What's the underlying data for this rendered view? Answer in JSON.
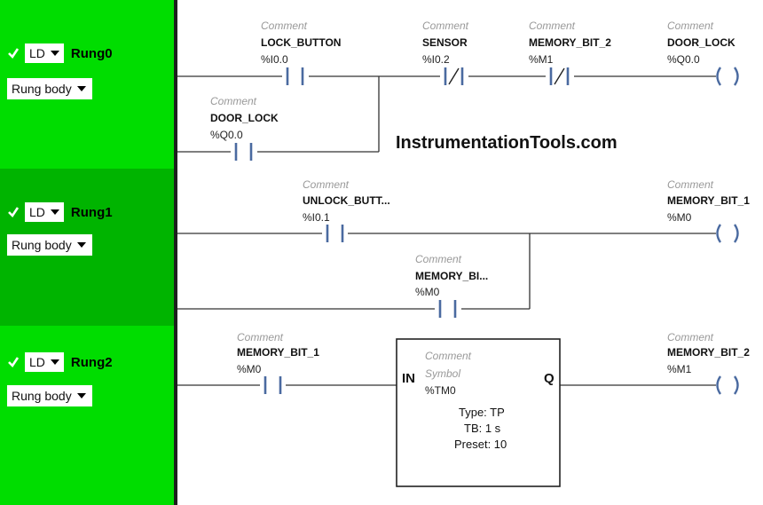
{
  "sidebar": {
    "rungs": [
      {
        "language": "LD",
        "name": "Rung0",
        "body_select": "Rung body"
      },
      {
        "language": "LD",
        "name": "Rung1",
        "body_select": "Rung body"
      },
      {
        "language": "LD",
        "name": "Rung2",
        "body_select": "Rung body"
      }
    ]
  },
  "comment_label": "Comment",
  "rung0": {
    "lock_button": {
      "name": "LOCK_BUTTON",
      "address": "%I0.0"
    },
    "sensor": {
      "name": "SENSOR",
      "address": "%I0.2"
    },
    "memory_bit_2": {
      "name": "MEMORY_BIT_2",
      "address": "%M1"
    },
    "door_lock_coil": {
      "name": "DOOR_LOCK",
      "address": "%Q0.0"
    },
    "door_lock_contact": {
      "name": "DOOR_LOCK",
      "address": "%Q0.0"
    }
  },
  "rung1": {
    "unlock_button": {
      "name": "UNLOCK_BUTT...",
      "address": "%I0.1"
    },
    "memory_bit_1_coil": {
      "name": "MEMORY_BIT_1",
      "address": "%M0"
    },
    "memory_bit_contact": {
      "name": "MEMORY_BI...",
      "address": "%M0"
    }
  },
  "rung2": {
    "memory_bit_1": {
      "name": "MEMORY_BIT_1",
      "address": "%M0"
    },
    "memory_bit_2_coil": {
      "name": "MEMORY_BIT_2",
      "address": "%M1"
    },
    "timer": {
      "pin_in": "IN",
      "pin_out": "Q",
      "comment": "Comment",
      "symbol_label": "Symbol",
      "address": "%TM0",
      "type": "Type: TP",
      "tb": "TB: 1 s",
      "preset": "Preset: 10"
    }
  },
  "watermark": "InstrumentationTools.com",
  "colors": {
    "rung_bright": "#00dd00",
    "rung_dark": "#00b400",
    "contact": "#4a6aa0",
    "wire": "#333333"
  }
}
